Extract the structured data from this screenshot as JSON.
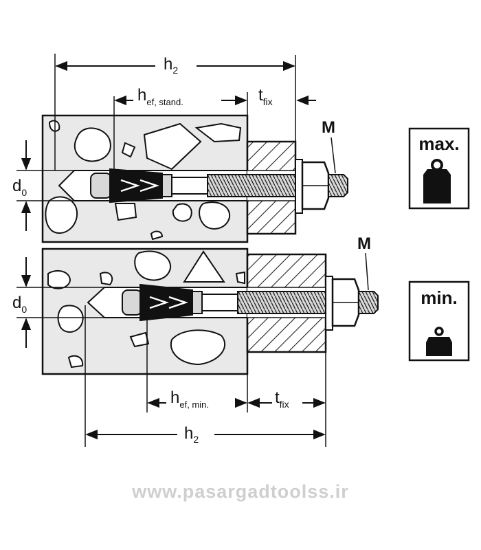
{
  "dimensions": {
    "top": {
      "h2": "h",
      "h2_sub": "2",
      "hef": "h",
      "hef_sub": "ef, stand.",
      "tfix": "t",
      "tfix_sub": "fix",
      "d0": "d",
      "d0_sub": "0",
      "M": "M"
    },
    "bottom": {
      "h2": "h",
      "h2_sub": "2",
      "hef": "h",
      "hef_sub": "ef, min.",
      "tfix": "t",
      "tfix_sub": "fix",
      "d0": "d",
      "d0_sub": "0",
      "M": "M"
    }
  },
  "badges": {
    "max": {
      "label": "max.",
      "icon": "weight-icon-large"
    },
    "min": {
      "label": "min.",
      "icon": "weight-icon-small"
    }
  },
  "watermark": "www.pasargadtoolss.ir",
  "colors": {
    "ink": "#111111",
    "concrete": "#e9e9e9",
    "hatch": "#222222",
    "watermark": "#cfcfcf"
  }
}
